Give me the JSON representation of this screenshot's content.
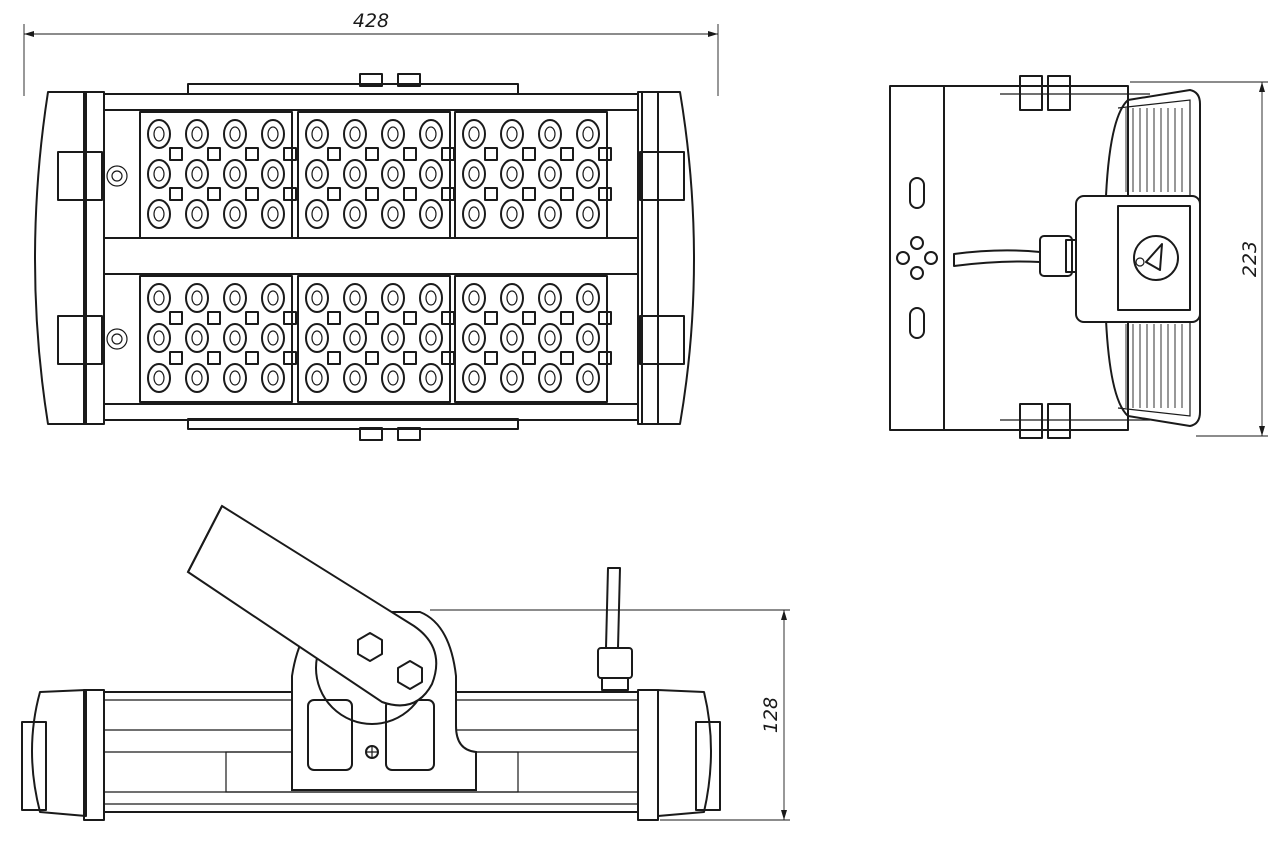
{
  "dimensions": {
    "width": "428",
    "height": "223",
    "depth": "128"
  },
  "colors": {
    "line": "#1a1a1a",
    "background": "#ffffff"
  }
}
